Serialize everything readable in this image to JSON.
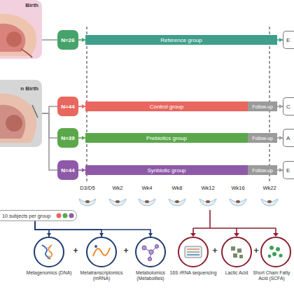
{
  "diagram": {
    "nodes": [
      {
        "text": [
          "Birth"
        ]
      },
      {
        "text": [
          "N=26"
        ]
      },
      {
        "text": [
          "Reference group"
        ]
      },
      {
        "text": [
          "E"
        ]
      },
      {
        "text": [
          "n Birth"
        ]
      },
      {
        "text": [
          "N=44"
        ]
      },
      {
        "text": [
          "Control group"
        ]
      },
      {
        "text": [
          "Follow-up"
        ]
      },
      {
        "text": [
          "C"
        ]
      },
      {
        "text": [
          "N=39"
        ]
      },
      {
        "text": [
          "Prebiotics group"
        ]
      },
      {
        "text": [
          "Follow-up"
        ]
      },
      {
        "text": [
          "A"
        ]
      },
      {
        "text": [
          "N=44"
        ]
      },
      {
        "text": [
          "Synbiotic group"
        ]
      },
      {
        "text": [
          "Follow-up"
        ]
      },
      {
        "text": [
          "E"
        ]
      },
      {
        "text": [
          "10 subjects per group"
        ]
      },
      {
        "text": [
          "Metagenomics (DNA)"
        ]
      },
      {
        "text": [
          "Metatranscriptomics (mRNA)"
        ]
      },
      {
        "text": [
          "Metabolomics (Metabolites)"
        ]
      },
      {
        "text": [
          "16S rRNA sequencing"
        ]
      },
      {
        "text": [
          "Lactic Acid"
        ]
      },
      {
        "text": [
          "Short Chain Fatty Acid (SCFA)"
        ]
      }
    ],
    "edges": [
      {
        "from": 0,
        "to": 1,
        "arrow": "none"
      },
      {
        "from": 1,
        "to": 2,
        "arrow": "to"
      },
      {
        "from": 2,
        "to": 3,
        "arrow": "to"
      },
      {
        "from": 4,
        "to": 5,
        "arrow": "none"
      },
      {
        "from": 4,
        "to": 9,
        "arrow": "none"
      },
      {
        "from": 4,
        "to": 13,
        "arrow": "none"
      },
      {
        "from": 5,
        "to": 6,
        "arrow": "to"
      },
      {
        "from": 7,
        "to": 8,
        "arrow": "to"
      },
      {
        "from": 9,
        "to": 10,
        "arrow": "to"
      },
      {
        "from": 11,
        "to": 12,
        "arrow": "to"
      },
      {
        "from": 13,
        "to": 14,
        "arrow": "to"
      },
      {
        "from": 15,
        "to": 16,
        "arrow": "to"
      },
      {
        "from": 17,
        "to": 18,
        "arrow": "to"
      },
      {
        "from": 17,
        "to": 19,
        "arrow": "to"
      },
      {
        "from": 17,
        "to": 20,
        "arrow": "to"
      }
    ],
    "labels": [
      "D3/D5",
      "Wk2",
      "Wk4",
      "Wk8",
      "Wk12",
      "Wk16",
      "Wk22",
      "+",
      "+",
      "+",
      "+"
    ]
  }
}
